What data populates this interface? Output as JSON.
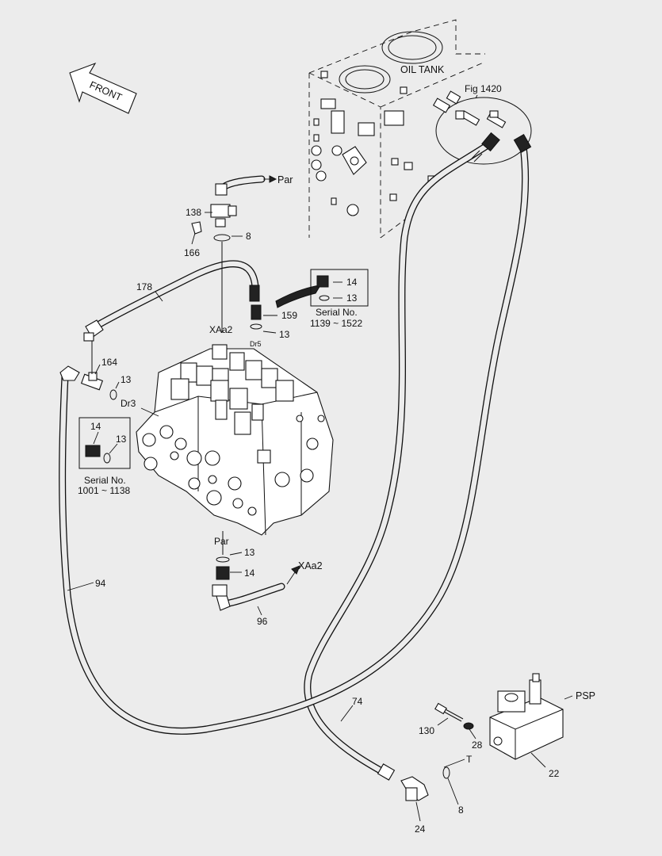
{
  "title": {
    "front": "FRONT",
    "oil_tank": "OIL TANK",
    "fig_ref": "Fig 1420"
  },
  "ports": {
    "par_top": "Par",
    "xaa2_top": "XAa2",
    "dr5": "Dr5",
    "dr3": "Dr3",
    "par_bottom": "Par",
    "xaa2_bottom": "XAa2",
    "psp": "PSP",
    "t": "T"
  },
  "parts": {
    "p138": "138",
    "p8_top": "8",
    "p166": "166",
    "p178": "178",
    "p14_inset_right": "14",
    "p13_inset_right": "13",
    "p159": "159",
    "p13_dr5": "13",
    "p164": "164",
    "p13_left": "13",
    "p14_inset_left": "14",
    "p13_inset_left": "13",
    "p13_bottom": "13",
    "p14_bottom": "14",
    "p96": "96",
    "p94": "94",
    "p74": "74",
    "p130": "130",
    "p28": "28",
    "p22": "22",
    "p8_bottom": "8",
    "p24": "24"
  },
  "serials": {
    "right_title": "Serial No.",
    "right_range": "1139 ~ 1522",
    "left_title": "Serial No.",
    "left_range": "1001 ~ 1138"
  }
}
